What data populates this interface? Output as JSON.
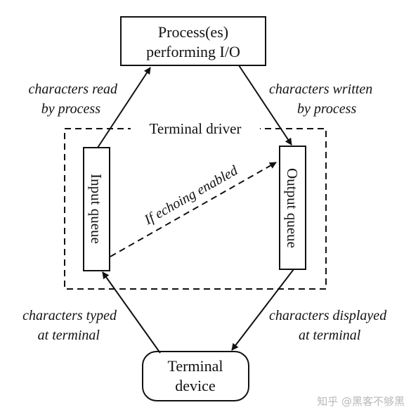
{
  "nodes": {
    "process": {
      "line1": "Process(es)",
      "line2": "performing I/O"
    },
    "input_queue": {
      "label": "Input queue"
    },
    "output_queue": {
      "label": "Output queue"
    },
    "terminal_device": {
      "line1": "Terminal",
      "line2": "device"
    }
  },
  "driver": {
    "label": "Terminal driver"
  },
  "edges": {
    "read": {
      "line1": "characters read",
      "line2": "by process"
    },
    "written": {
      "line1": "characters written",
      "line2": "by process"
    },
    "typed": {
      "line1": "characters typed",
      "line2": "at terminal"
    },
    "displayed": {
      "line1": "characters displayed",
      "line2": "at terminal"
    },
    "echo": {
      "label": "If echoing enabled"
    }
  },
  "watermark": {
    "text": "知乎 @黑客不够黑"
  },
  "colors": {
    "ink": "#111111",
    "watermark": "#b8b8b8",
    "background": "#ffffff"
  }
}
